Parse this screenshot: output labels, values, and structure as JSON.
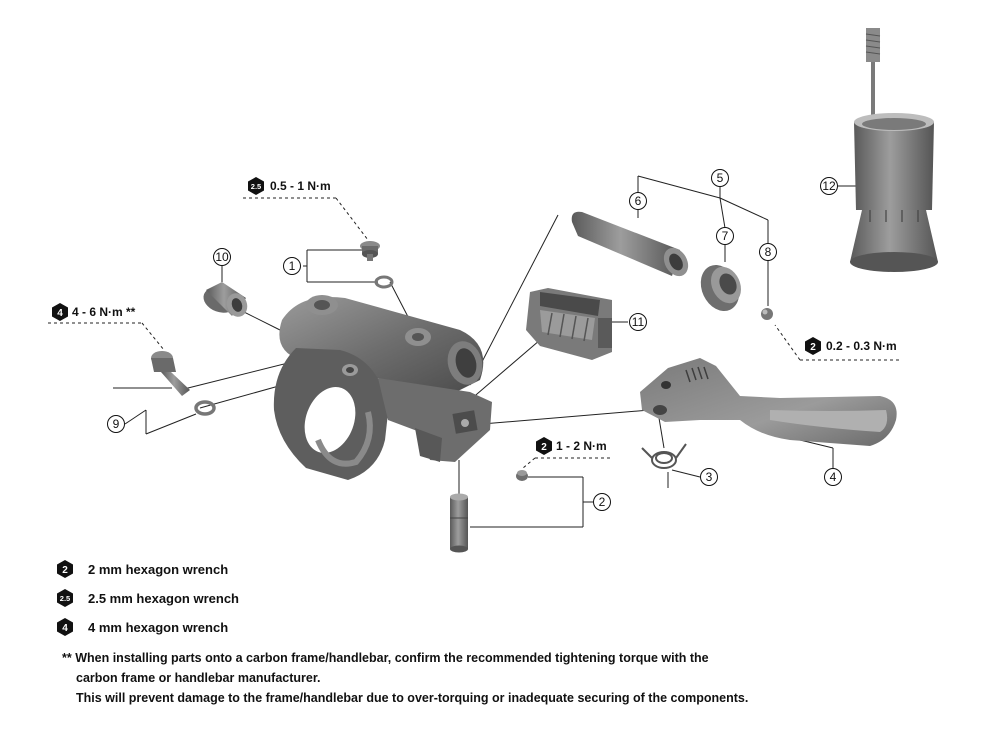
{
  "callouts": {
    "c1": "1",
    "c2": "2",
    "c3": "3",
    "c4": "4",
    "c5": "5",
    "c6": "6",
    "c7": "7",
    "c8": "8",
    "c9": "9",
    "c10": "10",
    "c11": "11",
    "c12": "12"
  },
  "torques": {
    "t_top": {
      "tool": "2.5",
      "value": "0.5 - 1 N·m"
    },
    "t_left": {
      "tool": "4",
      "value": "4 - 6 N·m **"
    },
    "t_center": {
      "tool": "2",
      "value": "1 - 2 N·m"
    },
    "t_right": {
      "tool": "2",
      "value": "0.2 - 0.3 N·m"
    }
  },
  "legend": [
    {
      "tool": "2",
      "text": "2 mm hexagon wrench"
    },
    {
      "tool": "2.5",
      "text": "2.5 mm hexagon wrench"
    },
    {
      "tool": "4",
      "text": "4 mm hexagon wrench"
    }
  ],
  "note": {
    "marker": "**",
    "line1": "When installing parts onto a carbon frame/handlebar, confirm the recommended tightening torque with the",
    "line2": "carbon frame or handlebar manufacturer.",
    "line3": "This will prevent damage to the frame/handlebar due to over-torquing or inadequate securing of the components."
  },
  "colors": {
    "part_dark": "#5f5f5f",
    "part_mid": "#8a8a8a",
    "part_light": "#b5b5b5",
    "line": "#222222"
  }
}
